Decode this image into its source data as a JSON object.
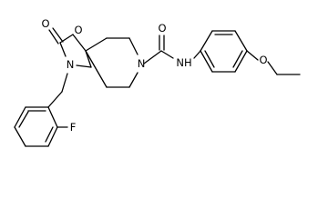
{
  "molecule": {
    "atom_labels": {
      "oxo_O": "O",
      "ring_O": "O",
      "ring_N": "N",
      "pip_N": "N",
      "amide_O": "O",
      "amide_NH": "NH",
      "fluorine": "F",
      "ether_O": "O"
    }
  }
}
